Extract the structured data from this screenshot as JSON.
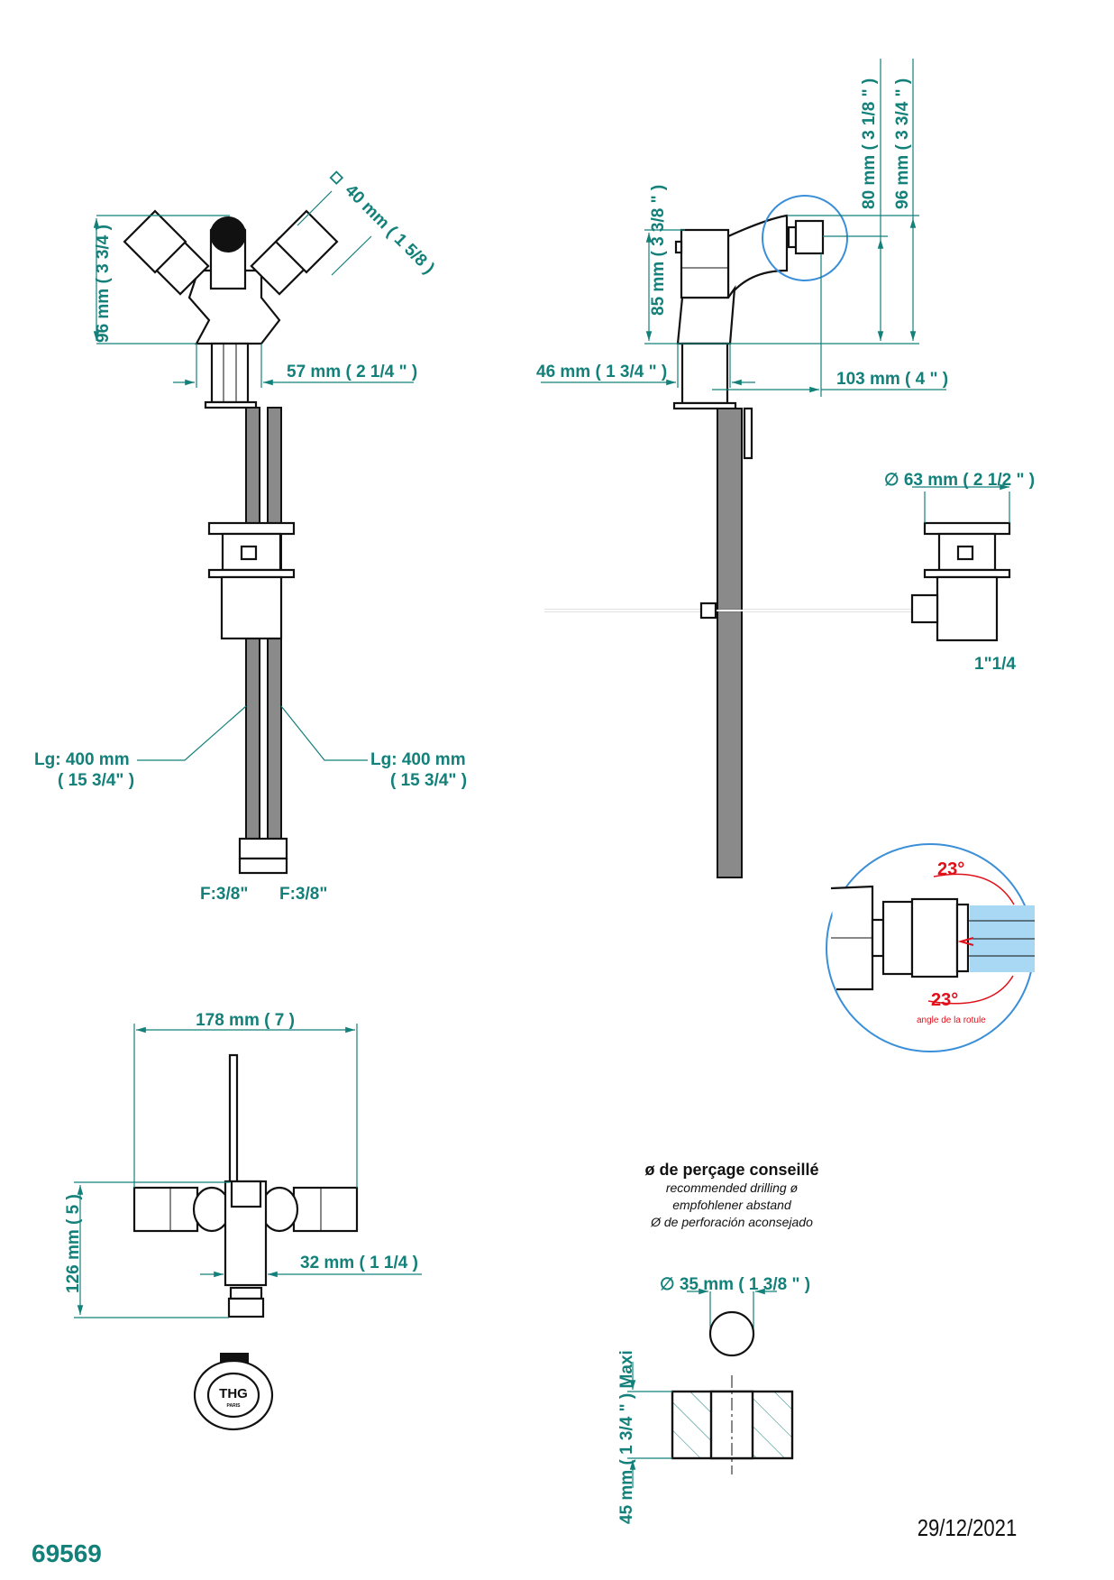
{
  "front_view": {
    "height_label": "96 mm ( 3 3/4 )",
    "handle_label": "40 mm ( 1 5/8 )",
    "handle_symbol": "◇",
    "base_label": "57 mm ( 2 1/4 \" )",
    "hose_left_label_1": "Lg: 400 mm",
    "hose_left_label_2": "( 15 3/4\" )",
    "hose_right_label_1": "Lg: 400 mm",
    "hose_right_label_2": "( 15 3/4\" )",
    "connector_left": "F:3/8\"",
    "connector_right": "F:3/8\""
  },
  "side_view": {
    "body_height_label": "85 mm ( 3 3/8 \" )",
    "outlet_height_label": "80 mm ( 3 1/8 \" )",
    "total_height_label": "96 mm ( 3 3/4 \" )",
    "base_label": "46 mm ( 1 3/4 \" )",
    "reach_label": "103 mm ( 4 \" )",
    "drain_label": "∅  63 mm ( 2 1/2 \" )",
    "drain_thread": "1\"1/4"
  },
  "detail": {
    "angle_top": "23°",
    "angle_bottom": "23°",
    "caption": "angle de la rotule"
  },
  "top_view": {
    "width_label": "178 mm ( 7 )",
    "depth_label": "126 mm ( 5 )",
    "spout_label": "32 mm ( 1 1/4 )",
    "logo_text": "THG",
    "logo_sub": "PARIS"
  },
  "drilling": {
    "title": "ø de perçage conseillé",
    "en": "recommended drilling ø",
    "de": "empfohlener abstand",
    "es": "Ø de perforación aconsejado",
    "diameter_label": "∅  35 mm ( 1 3/8 \" )",
    "thickness_label": "45 mm ( 1 3/4 \" )  Maxi"
  },
  "footer": {
    "reference": "69569",
    "date": "29/12/2021"
  },
  "colors": {
    "dimension": "#13807a",
    "detail_circle": "#3a8fd8",
    "angle": "#e0101a"
  }
}
